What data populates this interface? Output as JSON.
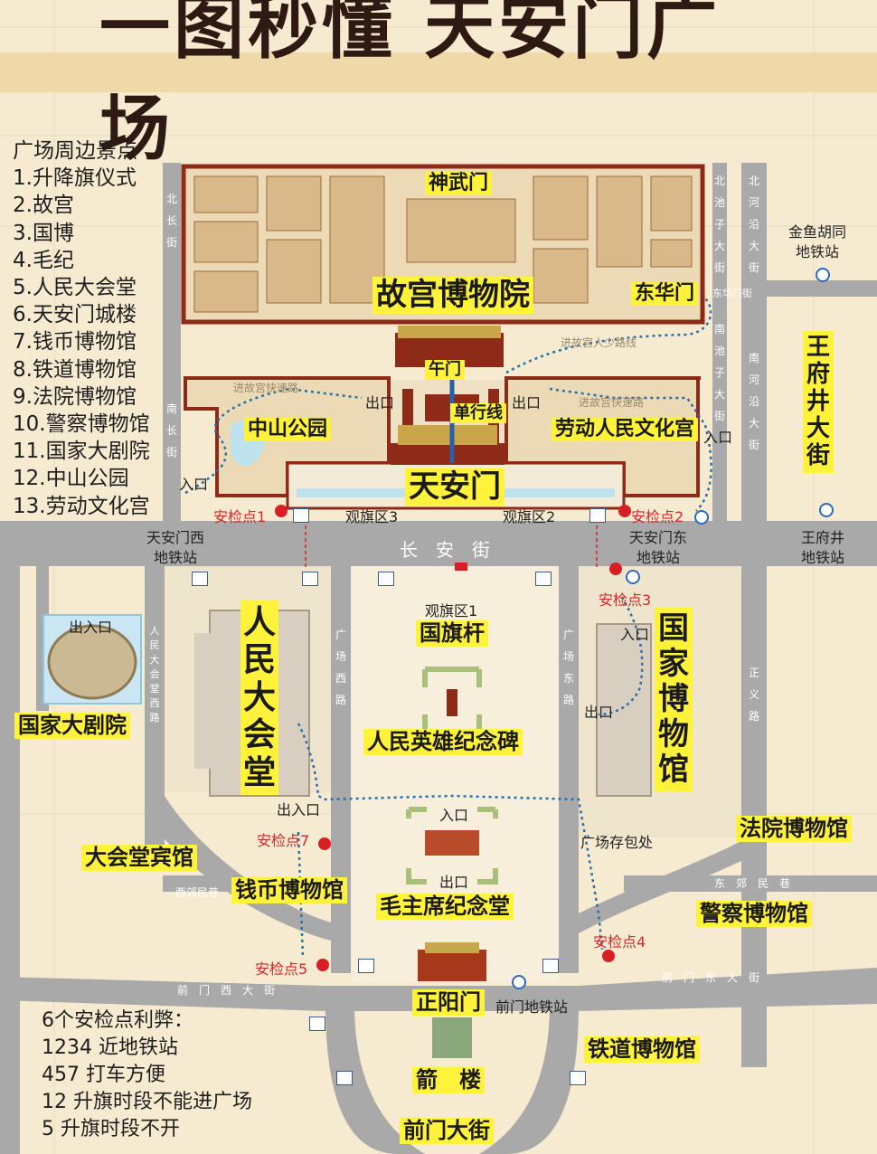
{
  "title": "一图秒懂 天安门广场",
  "attractions": {
    "heading": "广场周边景点",
    "items": [
      "1.升降旗仪式",
      "2.故宫",
      "3.国博",
      "4.毛纪",
      "5.人民大会堂",
      "6.天安门城楼",
      "7.钱币博物馆",
      "8.铁道博物馆",
      "9.法院博物馆",
      "10.警察博物馆",
      "11.国家大剧院",
      "12.中山公园",
      "13.劳动文化宫"
    ]
  },
  "notes": {
    "heading": "6个安检点利弊：",
    "lines": [
      "1234 近地铁站",
      "457 打车方便",
      "12 升旗时段不能进广场",
      "5 升旗时段不开"
    ]
  },
  "places": {
    "shenwumen": "神武门",
    "palace_museum": "故宫博物院",
    "donghuamen": "东华门",
    "wumen": "午门",
    "zhongshan_park": "中山公园",
    "labor_palace": "劳动人民文化宫",
    "tiananmen": "天安门",
    "one_way": "单行线",
    "national_theater": "国家大剧院",
    "great_hall": "人民大会堂",
    "flagpole": "国旗杆",
    "monument": "人民英雄纪念碑",
    "national_museum": "国家博物馆",
    "court_museum": "法院博物馆",
    "police_museum": "警察博物馆",
    "hall_hotel": "大会堂宾馆",
    "coin_museum": "钱币博物馆",
    "mausoleum": "毛主席纪念堂",
    "zhengyangmen": "正阳门",
    "jianlou": "箭　楼",
    "railway_museum": "铁道博物馆",
    "qianmen_street": "前门大街",
    "wangfujing": "王府井大街"
  },
  "labels": {
    "exit_left": "出口",
    "exit_right": "出口",
    "entry_left": "入口",
    "entry_right": "入口",
    "theater_exit_entry": "出入口",
    "museum_entry": "入口",
    "museum_exit": "出口",
    "hall_exit_entry": "出入口",
    "maus_entry": "入口",
    "maus_exit": "出口",
    "baggage": "广场存包处",
    "view_area_1": "观旗区1",
    "view_area_2": "观旗区2",
    "view_area_3": "观旗区3",
    "palace_route_left": "进故宫快速路",
    "palace_route_right": "进故宫快速路",
    "palace_route_top": "进故宫人少路线",
    "changan": "长　安　街"
  },
  "checkpoints": [
    "安检点1",
    "安检点2",
    "安检点3",
    "安检点4",
    "安检点5",
    "安检点7"
  ],
  "metro": {
    "jinyu": "金鱼胡同\n地铁站",
    "tam_west": "天安门西\n地铁站",
    "tam_east": "天安门东\n地铁站",
    "wangfujing": "王府井\n地铁站",
    "qianmen": "前门地铁站"
  },
  "roads": {
    "beichang": "北长街",
    "nanchang": "南长街",
    "beichizi": "北池子大街",
    "nanchizi": "南池子大街",
    "beihe": "北河沿大街",
    "nanhe": "南河沿大街",
    "donghuamen_st": "东华门街",
    "zhengyi": "正义路",
    "dongjiaomin": "东　郊　民　巷",
    "xijiaomin": "西郊民巷",
    "qianmen_west": "前　门　西　大　街",
    "qianmen_east": "前　门　东　大　街",
    "hall_west": "人民大会堂西路",
    "square_west": "广场西路",
    "square_east": "广场东路"
  },
  "colors": {
    "road": "#a9a9a9",
    "wall": "#8e2a18",
    "highlight": "#fff23a",
    "checkpoint": "#d91f26",
    "route": "#2a6fa6"
  }
}
